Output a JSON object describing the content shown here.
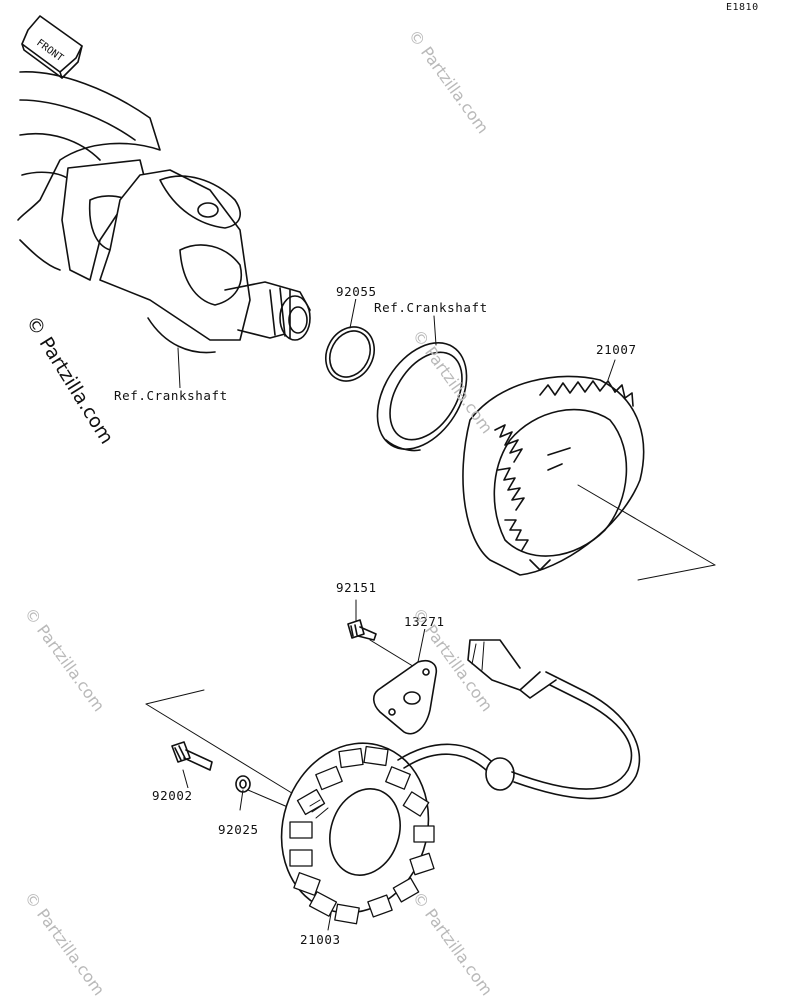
{
  "diagram_code": "E1810",
  "front_label": "FRONT",
  "watermark": "© Partzilla.com",
  "parts": {
    "p92055": "92055",
    "ref_crankshaft_a": "Ref.Crankshaft",
    "ref_crankshaft_b": "Ref.Crankshaft",
    "p21007": "21007",
    "p92151": "92151",
    "p13271": "13271",
    "p92002": "92002",
    "p92025": "92025",
    "p21003": "21003"
  }
}
